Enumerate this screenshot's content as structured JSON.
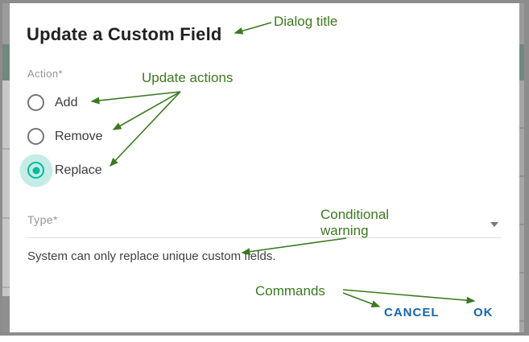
{
  "dialog": {
    "title": "Update a Custom Field",
    "action_group": {
      "label": "Action*",
      "options": [
        {
          "label": "Add",
          "selected": false
        },
        {
          "label": "Remove",
          "selected": false
        },
        {
          "label": "Replace",
          "selected": true
        }
      ]
    },
    "type_field": {
      "label": "Type*"
    },
    "warning_text": "System can only replace unique custom fields.",
    "commands": {
      "cancel_label": "CANCEL",
      "ok_label": "OK"
    }
  },
  "annotations": {
    "dialog_title_label": "Dialog title",
    "update_actions_label": "Update actions",
    "conditional_warning_label": "Conditional warning",
    "commands_label": "Commands"
  },
  "colors": {
    "annotation_green": "#3b7a1f",
    "radio_selected": "#00bba0",
    "radio_halo": "#c6ede5",
    "button_blue": "#1565b0",
    "title_text": "#212121",
    "label_gray": "#949494",
    "body_text": "#3f3f3f",
    "frame_gray": "#8c8c8c"
  }
}
